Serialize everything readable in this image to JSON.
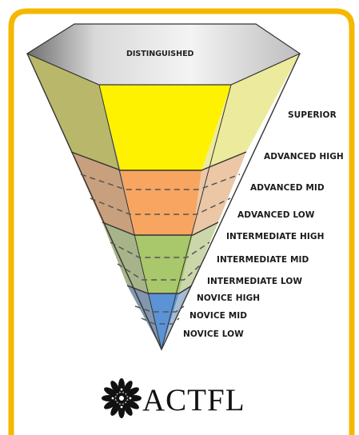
{
  "colors": {
    "frame": "#F5B800",
    "distinguished_top": "#DDDDDD",
    "superior": "#FFF200",
    "advanced": "#F7A560",
    "intermediate": "#A9C76B",
    "novice": "#5B93D6",
    "tier_line": "#555555"
  },
  "top_label": "DISTINGUISHED",
  "levels": [
    {
      "label": "SUPERIOR"
    },
    {
      "label": "ADVANCED HIGH"
    },
    {
      "label": "ADVANCED MID"
    },
    {
      "label": "ADVANCED LOW"
    },
    {
      "label": "INTERMEDIATE HIGH"
    },
    {
      "label": "INTERMEDIATE MID"
    },
    {
      "label": "INTERMEDIATE LOW"
    },
    {
      "label": "NOVICE HIGH"
    },
    {
      "label": "NOVICE MID"
    },
    {
      "label": "NOVICE LOW"
    }
  ],
  "logo": {
    "text": "ACTFL",
    "icon": "actfl-emblem-icon"
  }
}
